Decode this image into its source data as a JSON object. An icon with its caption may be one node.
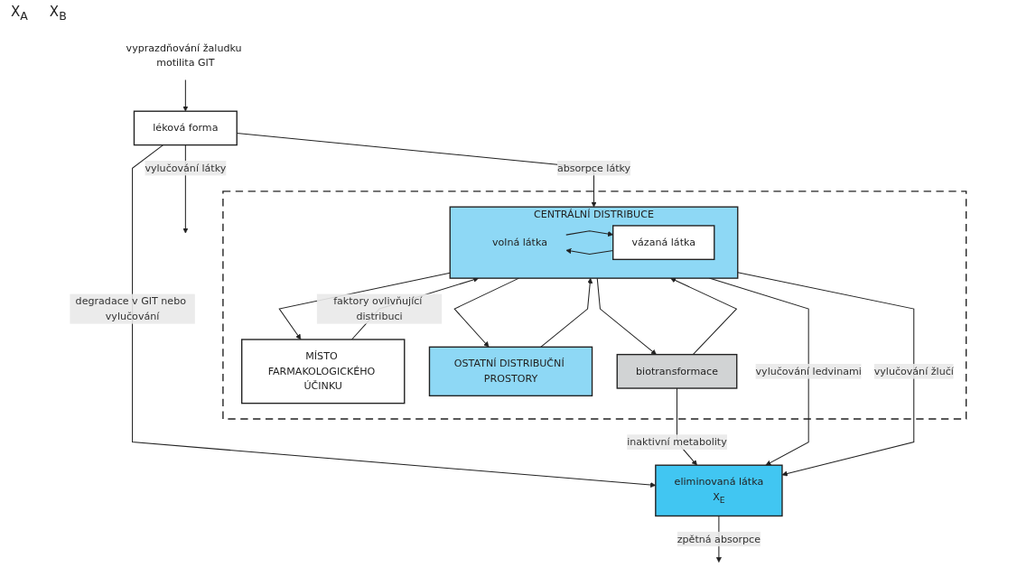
{
  "diagram": {
    "nodes": [
      {
        "text": [
          "vyprazdňování žaludku motilita GIT"
        ]
      },
      {
        "text": [
          "léková forma"
        ]
      },
      {
        "text": [],
        "shape": "box"
      },
      {
        "text": [
          "MÍSTO FARMAKOLOGICKÉHO ÚČINKU"
        ],
        "in": 2
      },
      {
        "text": [
          "OSTATNÍ DISTRIBUČNÍ PROSTORY"
        ],
        "in": 2
      },
      {
        "text": [
          "CENTRÁLNÍ DISTRIBUCE"
        ],
        "in": 2
      },
      {
        "text": [
          "volná látka"
        ],
        "in": 5
      },
      {
        "text": [
          "vázaná látka"
        ],
        "in": 5
      },
      {
        "text": [
          "biotransformace"
        ],
        "in": 2
      },
      {
        "text": [
          "eliminovaná látka",
          "X$_{E}$"
        ]
      }
    ],
    "edges": [
      {
        "from": 0,
        "to": 1,
        "arrow": "to"
      },
      {
        "from": 1,
        "to": null,
        "arrow": "to",
        "label": "vylučování látky"
      },
      {
        "from": 1,
        "to": 5,
        "arrow": "to",
        "label": "absorpce látky"
      },
      {
        "from": 1,
        "to": 9,
        "arrow": "to",
        "label": "degradace v GIT nebo vylučování"
      },
      {
        "from": 5,
        "to": 3,
        "arrow": "to"
      },
      {
        "from": 3,
        "to": 5,
        "arrow": "to",
        "label": "faktory ovlivňující distribuci"
      },
      {
        "from": 5,
        "to": 4,
        "arrow": "to"
      },
      {
        "from": 4,
        "to": 5,
        "arrow": "to"
      },
      {
        "from": 7,
        "to": 6,
        "arrow": "to"
      },
      {
        "from": 6,
        "to": 7,
        "arrow": "to"
      },
      {
        "from": 5,
        "to": 8,
        "arrow": "to"
      },
      {
        "from": 8,
        "to": 5,
        "arrow": "to"
      },
      {
        "from": 5,
        "to": 9,
        "arrow": "to",
        "label": "vylučování ledvinami"
      },
      {
        "from": 5,
        "to": 9,
        "arrow": "to",
        "label": "vylučování žlučí"
      },
      {
        "from": 8,
        "to": 9,
        "arrow": "to",
        "label": "inaktivní metabolity"
      },
      {
        "from": 9,
        "to": null,
        "arrow": "to",
        "label": "zpětná absorpce"
      }
    ],
    "labels": [
      "X$_{A}$",
      "X$_{B}$"
    ]
  }
}
